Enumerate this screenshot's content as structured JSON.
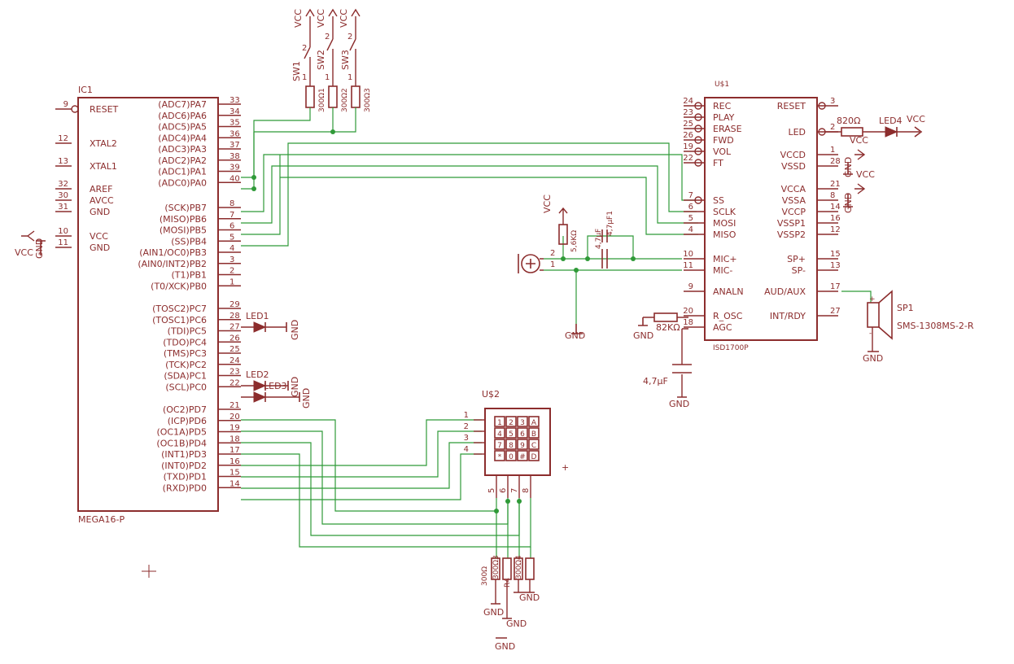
{
  "ic1": {
    "name": "IC1",
    "value": "MEGA16-P",
    "left_pins": [
      {
        "num": "9",
        "label": "RESET"
      },
      {
        "num": "12",
        "label": "XTAL2"
      },
      {
        "num": "13",
        "label": "XTAL1"
      },
      {
        "num": "32",
        "label": "AREF"
      },
      {
        "num": "30",
        "label": "AVCC"
      },
      {
        "num": "31",
        "label": "GND"
      },
      {
        "num": "10",
        "label": "VCC"
      },
      {
        "num": "11",
        "label": "GND"
      }
    ],
    "right_pins": [
      {
        "num": "33",
        "label": "(ADC7)PA7"
      },
      {
        "num": "34",
        "label": "(ADC6)PA6"
      },
      {
        "num": "35",
        "label": "(ADC5)PA5"
      },
      {
        "num": "36",
        "label": "(ADC4)PA4"
      },
      {
        "num": "37",
        "label": "(ADC3)PA3"
      },
      {
        "num": "38",
        "label": "(ADC2)PA2"
      },
      {
        "num": "39",
        "label": "(ADC1)PA1"
      },
      {
        "num": "40",
        "label": "(ADC0)PA0"
      },
      {
        "num": "8",
        "label": "(SCK)PB7"
      },
      {
        "num": "7",
        "label": "(MISO)PB6"
      },
      {
        "num": "6",
        "label": "(MOSI)PB5"
      },
      {
        "num": "5",
        "label": "(SS)PB4"
      },
      {
        "num": "4",
        "label": "(AIN1/OC0)PB3"
      },
      {
        "num": "3",
        "label": "(AIN0/INT2)PB2"
      },
      {
        "num": "2",
        "label": "(T1)PB1"
      },
      {
        "num": "1",
        "label": "(T0/XCK)PB0"
      },
      {
        "num": "29",
        "label": "(TOSC2)PC7"
      },
      {
        "num": "28",
        "label": "(TOSC1)PC6"
      },
      {
        "num": "27",
        "label": "(TDI)PC5"
      },
      {
        "num": "26",
        "label": "(TDO)PC4"
      },
      {
        "num": "25",
        "label": "(TMS)PC3"
      },
      {
        "num": "24",
        "label": "(TCK)PC2"
      },
      {
        "num": "23",
        "label": "(SDA)PC1"
      },
      {
        "num": "22",
        "label": "(SCL)PC0"
      },
      {
        "num": "21",
        "label": "(OC2)PD7"
      },
      {
        "num": "20",
        "label": "(ICP)PD6"
      },
      {
        "num": "19",
        "label": "(OC1A)PD5"
      },
      {
        "num": "18",
        "label": "(OC1B)PD4"
      },
      {
        "num": "17",
        "label": "(INT1)PD3"
      },
      {
        "num": "16",
        "label": "(INT0)PD2"
      },
      {
        "num": "15",
        "label": "(TXD)PD1"
      },
      {
        "num": "14",
        "label": "(RXD)PD0"
      }
    ]
  },
  "u1": {
    "name": "U$1",
    "value": "ISD1700P",
    "left_pins": [
      {
        "num": "24",
        "label": "REC"
      },
      {
        "num": "23",
        "label": "PLAY"
      },
      {
        "num": "25",
        "label": "ERASE"
      },
      {
        "num": "26",
        "label": "FWD"
      },
      {
        "num": "19",
        "label": "VOL"
      },
      {
        "num": "22",
        "label": "FT"
      },
      {
        "num": "7",
        "label": "SS"
      },
      {
        "num": "6",
        "label": "SCLK"
      },
      {
        "num": "5",
        "label": "MOSI"
      },
      {
        "num": "4",
        "label": "MISO"
      },
      {
        "num": "10",
        "label": "MIC+"
      },
      {
        "num": "11",
        "label": "MIC-"
      },
      {
        "num": "9",
        "label": "ANALN"
      },
      {
        "num": "20",
        "label": "R_OSC"
      },
      {
        "num": "18",
        "label": "AGC"
      }
    ],
    "right_pins": [
      {
        "num": "3",
        "label": "RESET"
      },
      {
        "num": "2",
        "label": "LED"
      },
      {
        "num": "1",
        "label": "VCCD"
      },
      {
        "num": "28",
        "label": "VSSD"
      },
      {
        "num": "21",
        "label": "VCCA"
      },
      {
        "num": "8",
        "label": "VSSA"
      },
      {
        "num": "14",
        "label": "VCCP"
      },
      {
        "num": "16",
        "label": "VSSP1"
      },
      {
        "num": "12",
        "label": "VSSP2"
      },
      {
        "num": "15",
        "label": "SP+"
      },
      {
        "num": "13",
        "label": "SP-"
      },
      {
        "num": "17",
        "label": "AUD/AUX"
      },
      {
        "num": "27",
        "label": "INT/RDY"
      }
    ]
  },
  "u2": {
    "name": "U$2",
    "plus": "+",
    "row_pins": [
      "1",
      "2",
      "3",
      "4"
    ],
    "col_pins": [
      "5",
      "6",
      "7",
      "8"
    ],
    "keys": [
      "1",
      "2",
      "3",
      "A",
      "4",
      "5",
      "6",
      "B",
      "7",
      "8",
      "9",
      "C",
      "*",
      "0",
      "#",
      "D"
    ]
  },
  "switches": {
    "names": [
      "SW1",
      "SW2",
      "SW3"
    ],
    "pin1": "1",
    "pin2": "2",
    "resistors": [
      "300Ω1",
      "300Ω2",
      "300Ω3"
    ]
  },
  "resistors": {
    "led4": "820Ω",
    "mic_bias": "5,6KΩ",
    "rosc": "82KΩ",
    "keypad": [
      "300Ω",
      "R4",
      "300Ω3",
      "300Ω4"
    ]
  },
  "capacitors": {
    "mic1": "4,7μF",
    "mic2": "4,7μF1",
    "agc": "4,7μF"
  },
  "leds": [
    "LED1",
    "LED2",
    "LED3",
    "LED4"
  ],
  "mic_pins": [
    "2",
    "1"
  ],
  "speaker": {
    "name": "SP1",
    "value": "SMS-1308MS-2-R",
    "plus": "+",
    "minus": "-"
  },
  "nets": {
    "vcc": "VCC",
    "gnd": "GND"
  },
  "colors": {
    "component": "#8c2d2d",
    "net": "#2f9a38",
    "background": "#ffffff"
  }
}
